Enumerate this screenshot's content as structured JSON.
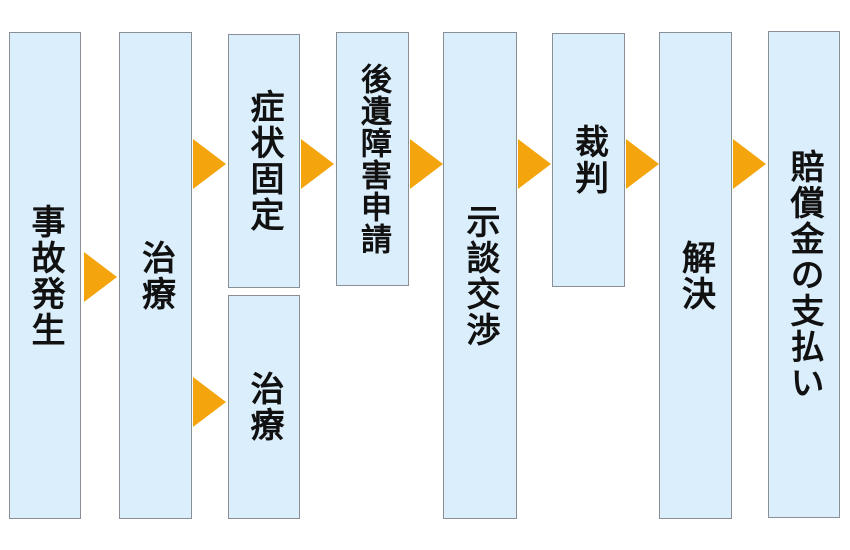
{
  "flow": {
    "steps": [
      {
        "id": "accident",
        "label": "事故発生"
      },
      {
        "id": "treatment",
        "label": "治療"
      },
      {
        "id": "symptom-fixed",
        "label": "症状固定"
      },
      {
        "id": "treatment-continued",
        "label": "治療"
      },
      {
        "id": "disability-application",
        "label": "後遺障害申請"
      },
      {
        "id": "settlement-negotiation",
        "label": "示談交渉"
      },
      {
        "id": "trial",
        "label": "裁判"
      },
      {
        "id": "resolution",
        "label": "解決"
      },
      {
        "id": "compensation-payment",
        "label": "賠償金の支払い"
      }
    ]
  },
  "colors": {
    "box_fill": "#dbeefc",
    "box_border": "#8a8f96",
    "arrow": "#f4a40c",
    "text": "#111111"
  }
}
